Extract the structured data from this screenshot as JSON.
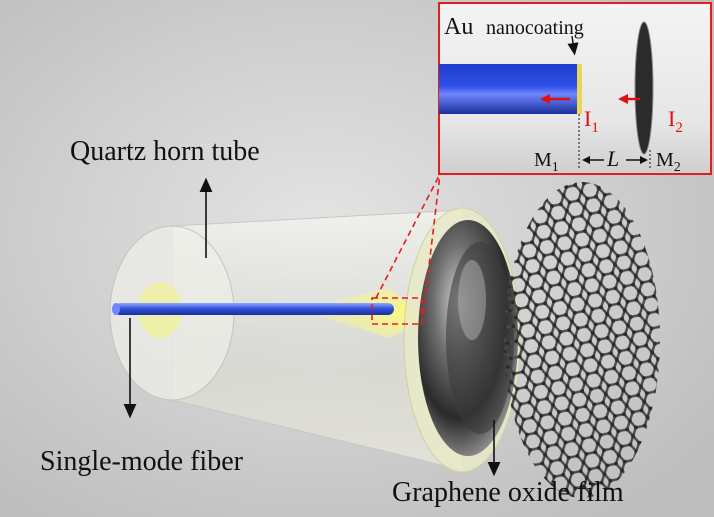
{
  "labels": {
    "quartz": "Quartz horn tube",
    "fiber": "Single-mode fiber",
    "graphene": "Graphene oxide film",
    "au": "Au",
    "nanocoating": "nanocoating",
    "i1": "I",
    "i1_sub": "1",
    "i2": "I",
    "i2_sub": "2",
    "m1": "M",
    "m1_sub": "1",
    "m2": "M",
    "m2_sub": "2",
    "cavity_length": "L"
  },
  "colors": {
    "background": "#d9d9d9",
    "fiber": "#2f4fd6",
    "inset_border": "#e02020",
    "arrow_red": "#e01010",
    "gold": "#e8d85a",
    "lattice": "#555555"
  },
  "icons": {
    "pointer_arrows": "straight-arrow",
    "graphene": "hexagonal-lattice"
  }
}
